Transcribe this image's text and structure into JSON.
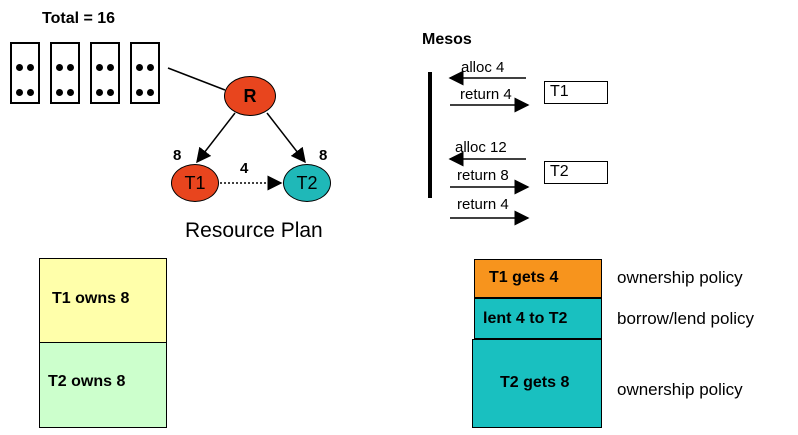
{
  "total_label": "Total = 16",
  "nodes": {
    "r": "R",
    "t1": "T1",
    "t2": "T2"
  },
  "plan": {
    "t1_count": "8",
    "t2_count": "8",
    "transfer": "4",
    "caption": "Resource Plan"
  },
  "mesos": {
    "title": "Mesos",
    "messages": [
      "alloc 4",
      "return 4",
      "alloc 12",
      "return 8",
      "return 4"
    ],
    "tasks": [
      "T1",
      "T2"
    ]
  },
  "left_blocks": [
    "T1 owns 8",
    "T2 owns 8"
  ],
  "right_blocks": [
    "T1 gets 4",
    "lent 4 to T2",
    "T2 gets 8"
  ],
  "policies": [
    "ownership policy",
    "borrow/lend policy",
    "ownership policy"
  ],
  "colors": {
    "red_node": "#e8451e",
    "teal_node": "#1fb8b8",
    "yellow_block": "#ffffaa",
    "green_block": "#ccffcc",
    "orange_block": "#f7941d",
    "teal_block": "#19c0c0"
  }
}
